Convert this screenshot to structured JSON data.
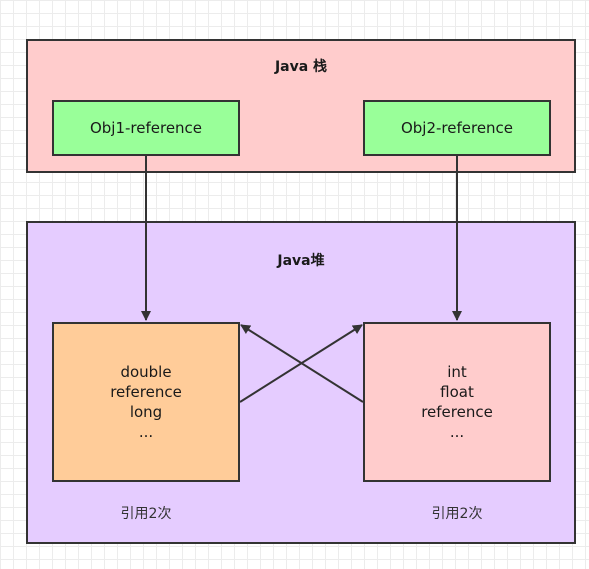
{
  "stack": {
    "title": "Java 栈",
    "fill": "#ffcccc",
    "refs": [
      "Obj1-reference",
      "Obj2-reference"
    ]
  },
  "heap": {
    "title": "Java堆",
    "fill": "#e5ccff",
    "objects": [
      {
        "fill": "#ffcc99",
        "lines": [
          "double",
          "reference",
          "long",
          "..."
        ],
        "caption": "引用2次"
      },
      {
        "fill": "#ffcccc",
        "lines": [
          "int",
          "float",
          "reference",
          "..."
        ],
        "caption": "引用2次"
      }
    ]
  },
  "ref_fill": "#99ff99",
  "stroke": "#333333"
}
